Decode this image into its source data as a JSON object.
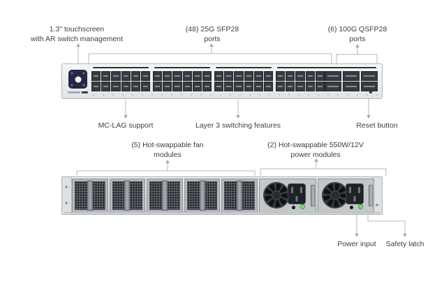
{
  "callouts": {
    "touchscreen": {
      "line1": "1.3\" touchscreen",
      "line2": "with AR switch management"
    },
    "sfp": {
      "line1": "(48) 25G SFP28",
      "line2": "ports"
    },
    "qsfp": {
      "line1": "(6) 100G QSFP28",
      "line2": "ports"
    },
    "mclag": {
      "line1": "MC-LAG support"
    },
    "layer3": {
      "line1": "Layer 3 switching features"
    },
    "reset": {
      "line1": "Reset button"
    },
    "fans": {
      "line1": "(5) Hot-swappable fan",
      "line2": "modules"
    },
    "power": {
      "line1": "(2) Hot-swappable 550W/12V",
      "line2": "power modules"
    },
    "power_input": {
      "line1": "Power input"
    },
    "safety_latch": {
      "line1": "Safety latch"
    }
  },
  "hardware": {
    "sfp_ports": {
      "count": 48,
      "rows": 2,
      "groups": 4
    },
    "qsfp_ports": {
      "count": 6,
      "rows": 2
    },
    "fan_modules": {
      "count": 5
    },
    "power_modules": {
      "count": 2
    }
  },
  "colors": {
    "callout_line": "#b4b7b9",
    "callout_text": "#3e3e3e",
    "screen_bg": "#232a45",
    "status_led_green": "#7cdb7c"
  }
}
